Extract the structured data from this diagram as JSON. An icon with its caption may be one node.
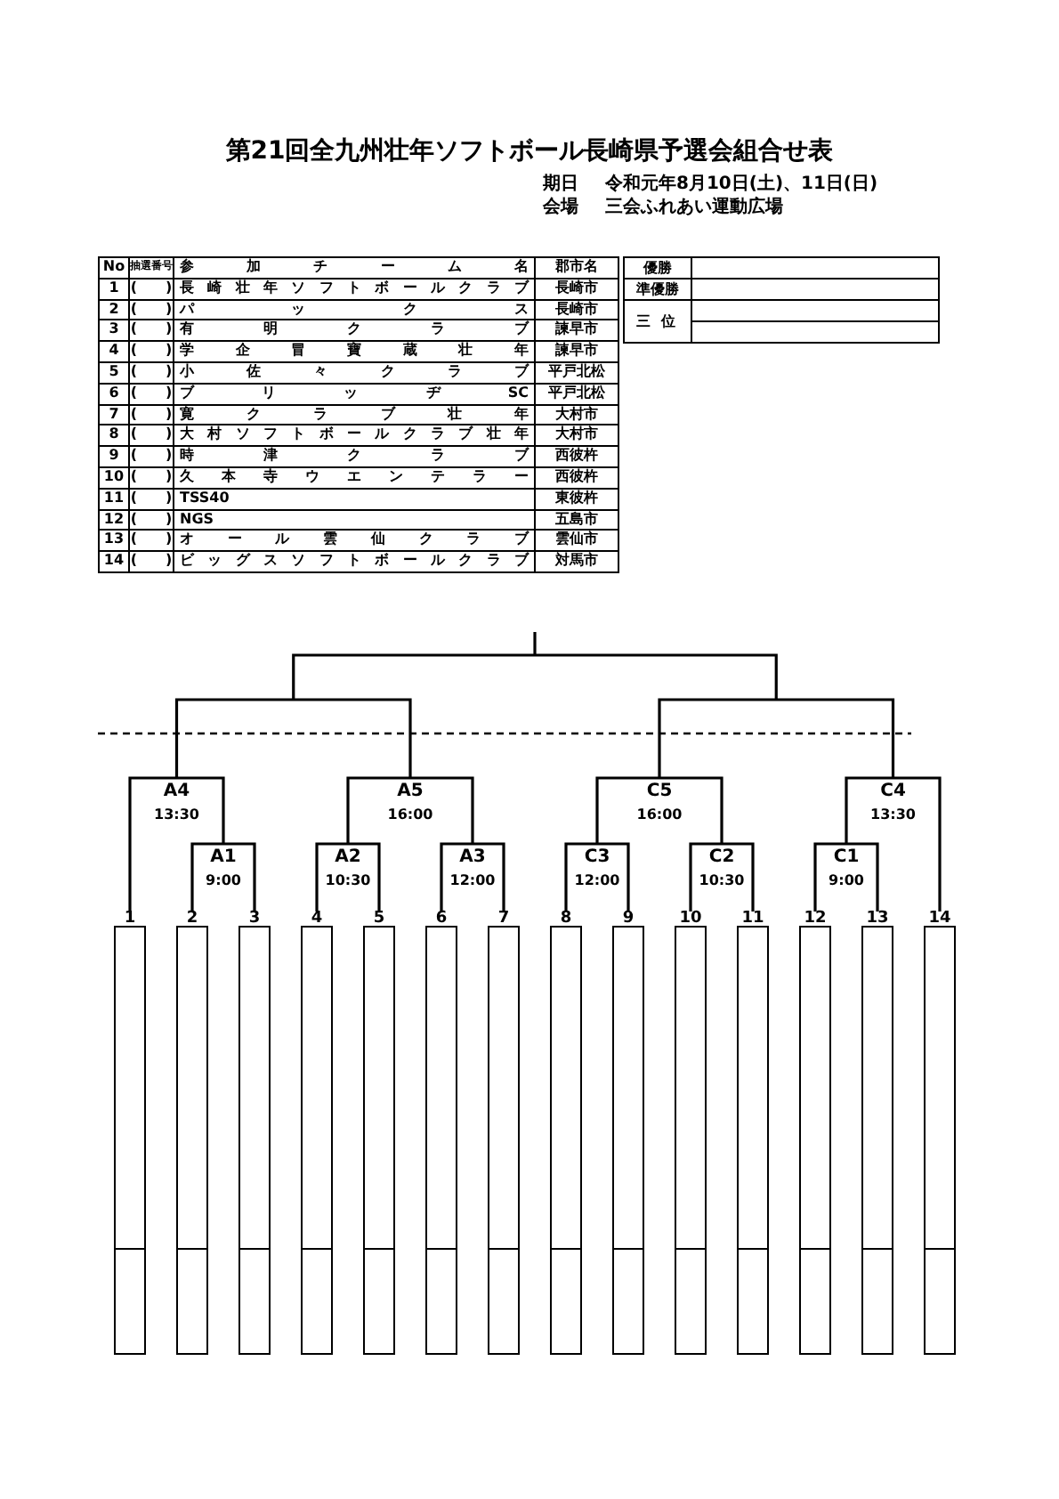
{
  "diagram": {
    "title": "第21回全九州壮年ソフトボール長崎県予選会組合せ表",
    "nodes": [
      {
        "text": [
          "1"
        ]
      },
      {
        "text": [
          "2"
        ]
      },
      {
        "text": [
          "3"
        ]
      },
      {
        "text": [
          "4"
        ]
      },
      {
        "text": [
          "5"
        ]
      },
      {
        "text": [
          "6"
        ]
      },
      {
        "text": [
          "7"
        ]
      },
      {
        "text": [
          "8"
        ]
      },
      {
        "text": [
          "9"
        ]
      },
      {
        "text": [
          "10"
        ]
      },
      {
        "text": [
          "11"
        ]
      },
      {
        "text": [
          "12"
        ]
      },
      {
        "text": [
          "13"
        ]
      },
      {
        "text": [
          "14"
        ]
      }
    ],
    "labels": [
      "期日",
      "令和元年8月10日(土)、11日(日)",
      "会場",
      "三会ふれあい運動広場",
      "No",
      "抽選番号",
      "参加チーム名",
      "郡市名",
      "1",
      "(　　)",
      "長崎壮年ソフトボールクラブ",
      "長崎市",
      "2",
      "(　　)",
      "パックス",
      "長崎市",
      "3",
      "(　　)",
      "有明クラブ",
      "諫早市",
      "4",
      "(　　)",
      "学企冒寶蔵壮年",
      "諫早市",
      "5",
      "(　　)",
      "小佐々クラブ",
      "平戸北松",
      "6",
      "(　　)",
      "ブリッヂSC",
      "平戸北松",
      "7",
      "(　　)",
      "寛クラブ壮年",
      "大村市",
      "8",
      "(　　)",
      "大村ソフトボールクラブ壮年",
      "大村市",
      "9",
      "(　　)",
      "時津クラブ",
      "西彼杵",
      "10",
      "(　　)",
      "久本寺ウエンテラー",
      "西彼杵",
      "11",
      "(　　)",
      "TSS40",
      "東彼杵",
      "12",
      "(　　)",
      "NGS",
      "五島市",
      "13",
      "(　　)",
      "オール雲仙クラブ",
      "雲仙市",
      "14",
      "(　　)",
      "ビッグスソフトボールクラブ",
      "対馬市",
      "優勝",
      "準優勝",
      "三位",
      "A4",
      "13:30",
      "A5",
      "16:00",
      "C5",
      "16:00",
      "C4",
      "13:30",
      "A1",
      "9:00",
      "A2",
      "10:30",
      "A3",
      "12:00",
      "C3",
      "12:00",
      "C2",
      "10:30",
      "C1",
      "9:00"
    ]
  }
}
